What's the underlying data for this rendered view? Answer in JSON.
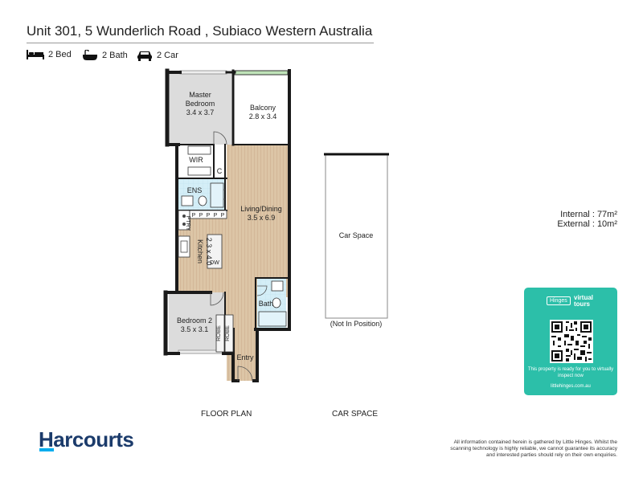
{
  "header": {
    "title": "Unit 301, 5 Wunderlich Road , Subiaco Western Australia"
  },
  "features": [
    {
      "icon": "bed-icon",
      "label": "2 Bed"
    },
    {
      "icon": "bath-icon",
      "label": "2 Bath"
    },
    {
      "icon": "car-icon",
      "label": "2 Car"
    }
  ],
  "rooms": {
    "master": {
      "name": "Master",
      "name2": "Bedroom",
      "dims": "3.4 x 3.7"
    },
    "balcony": {
      "name": "Balcony",
      "dims": "2.8 x 3.4"
    },
    "wir": "WIR",
    "closet": "C",
    "ens": "ENS",
    "living": {
      "name": "Living/Dining",
      "dims": "3.5 x 6.9"
    },
    "pantry": "PTRY",
    "pantry_marks": [
      "P",
      "P",
      "P",
      "P",
      "P"
    ],
    "kitchen": {
      "name": "Kitchen",
      "dims": "2.3 x 4.0"
    },
    "dw": "DW",
    "bath": "Bath",
    "bedroom2": {
      "name": "Bedroom 2",
      "dims": "3.5 x 3.1"
    },
    "robe1": "ROBE",
    "robe2": "ROBE",
    "entry": "Entry",
    "car_space": "Car Space",
    "not_in_position": "(Not In Position)"
  },
  "areas": {
    "internal_label": "Internal",
    "internal_value": "77m²",
    "external_label": "External",
    "external_value": "10m²"
  },
  "captions": {
    "floor_plan": "FLOOR PLAN",
    "car_space": "CAR SPACE"
  },
  "brand": {
    "name": "Harcourts"
  },
  "virtual_tour": {
    "brand": "Hinges",
    "name_line1": "virtual",
    "name_line2": "tours",
    "message": "This property is ready for you to virtually inspect now",
    "url": "littlehinges.com.au"
  },
  "disclaimer": "All information contained herein is gathered by Little Hinges. Whilst the scanning technology is highly reliable, we cannot guarantee its accuracy and interested parties should rely on their own enquiries.",
  "colors": {
    "wood": "#dcc5a6",
    "bedroom_floor": "#dcdcdc",
    "wet_area": "#cde8f3",
    "balcony_glass": "#bfe3b8",
    "brand_navy": "#1b3b6b",
    "brand_blue": "#00adee",
    "virtual_tour_teal": "#2cbfa9"
  }
}
